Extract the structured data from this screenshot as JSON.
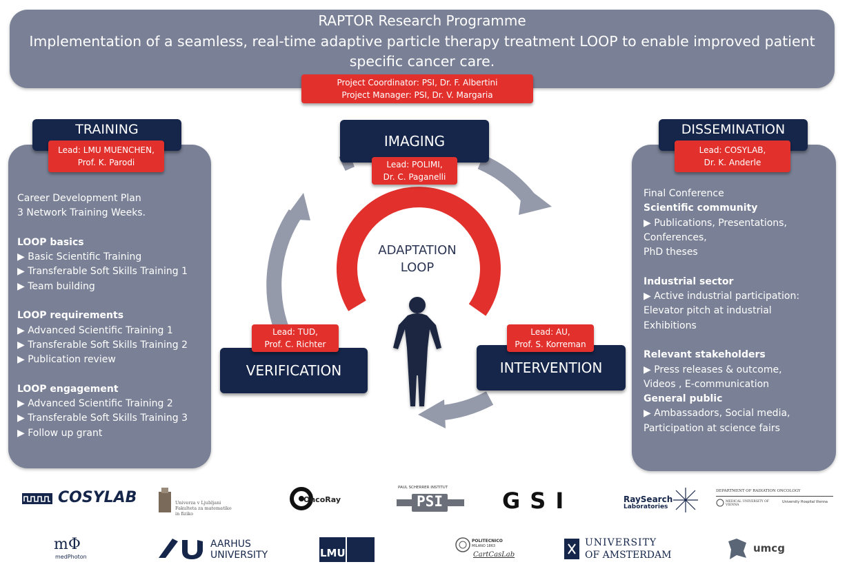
{
  "header": {
    "title": "RAPTOR Research Programme",
    "subtitle": "Implementation of a seamless, real-time adaptive particle therapy treatment LOOP to enable improved patient specific cancer care.",
    "coordinator": "Project Coordinator: PSI, Dr. F. Albertini",
    "manager": "Project Manager: PSI, Dr. V. Margaria"
  },
  "training": {
    "title": "TRAINING",
    "lead1": "Lead: LMU MUENCHEN,",
    "lead2": "Prof. K. Parodi",
    "lines": [
      {
        "t": "Career Development Plan",
        "b": false
      },
      {
        "t": "3 Network Training Weeks.",
        "b": false
      },
      {
        "t": "",
        "b": false
      },
      {
        "t": "LOOP basics",
        "b": true
      },
      {
        "t": "▶ Basic Scientific Training",
        "b": false
      },
      {
        "t": "▶ Transferable Soft Skills Training 1",
        "b": false
      },
      {
        "t": "▶ Team building",
        "b": false
      },
      {
        "t": "",
        "b": false
      },
      {
        "t": "LOOP requirements",
        "b": true
      },
      {
        "t": "▶ Advanced Scientific Training 1",
        "b": false
      },
      {
        "t": "▶ Transferable Soft Skills Training 2",
        "b": false
      },
      {
        "t": "▶ Publication review",
        "b": false
      },
      {
        "t": "",
        "b": false
      },
      {
        "t": "LOOP engagement",
        "b": true
      },
      {
        "t": "▶ Advanced Scientific Training 2",
        "b": false
      },
      {
        "t": "▶ Transferable Soft Skills Training 3",
        "b": false
      },
      {
        "t": "▶ Follow up grant",
        "b": false
      }
    ]
  },
  "dissemination": {
    "title": "DISSEMINATION",
    "lead1": "Lead: COSYLAB,",
    "lead2": "Dr. K. Anderle",
    "lines": [
      {
        "t": "Final Conference",
        "b": false
      },
      {
        "t": "Scientific community",
        "b": true
      },
      {
        "t": "▶ Publications, Presentations,",
        "b": false
      },
      {
        "t": "Conferences,",
        "b": false
      },
      {
        "t": "PhD theses",
        "b": false
      },
      {
        "t": "",
        "b": false
      },
      {
        "t": "Industrial sector",
        "b": true
      },
      {
        "t": "▶ Active industrial participation:",
        "b": false
      },
      {
        "t": "Elevator pitch at industrial",
        "b": false
      },
      {
        "t": "Exhibitions",
        "b": false
      },
      {
        "t": "",
        "b": false
      },
      {
        "t": "Relevant stakeholders",
        "b": true
      },
      {
        "t": "▶ Press releases & outcome,",
        "b": false
      },
      {
        "t": "Videos , E-communication",
        "b": false
      },
      {
        "t": "General public",
        "b": true
      },
      {
        "t": "▶ Ambassadors, Social media,",
        "b": false
      },
      {
        "t": "Participation at science fairs",
        "b": false
      }
    ]
  },
  "loop": {
    "center1": "ADAPTATION",
    "center2": "LOOP",
    "imaging": {
      "title": "IMAGING",
      "lead1": "Lead: POLIMI,",
      "lead2": "Dr. C. Paganelli"
    },
    "verification": {
      "title": "VERIFICATION",
      "lead1": "Lead: TUD,",
      "lead2": "Prof. C. Richter"
    },
    "intervention": {
      "title": "INTERVENTION",
      "lead1": "Lead: AU,",
      "lead2": "Prof. S. Korreman"
    }
  },
  "logos": {
    "cosylab": "COSYLAB",
    "ljubljana1": "Univerza v Ljubljani",
    "ljubljana2": "Fakulteta za matematiko",
    "ljubljana3": "in fiziko",
    "oncoray": "OncoRay",
    "psi_top": "PAUL SCHERRER INSTITUT",
    "psi": "PSI",
    "gsi": "GSI",
    "raysearch1": "RaySearch",
    "raysearch2": "Laboratories",
    "vienna_top": "DEPARTMENT OF RADIATION ONCOLOGY",
    "vienna1": "MEDICAL UNIVERSITY OF VIENNA",
    "vienna2": "University Hospital Vienna",
    "medphoton_sym": "mΦ",
    "medphoton": "medPhoton",
    "aarhus1": "AARHUS",
    "aarhus2": "UNIVERSITY",
    "lmu": "LMU",
    "polimi1": "POLITECNICO",
    "polimi2": "MILANO 1863",
    "polimi3": "CartCasLab",
    "uva1": "UNIVERSITY",
    "uva2": "OF AMSTERDAM",
    "umcg": "umcg"
  },
  "colors": {
    "panel": "#7a8196",
    "navy": "#15264a",
    "red": "#e2302c",
    "arrow": "#959aab",
    "figure": "#1a2540"
  }
}
